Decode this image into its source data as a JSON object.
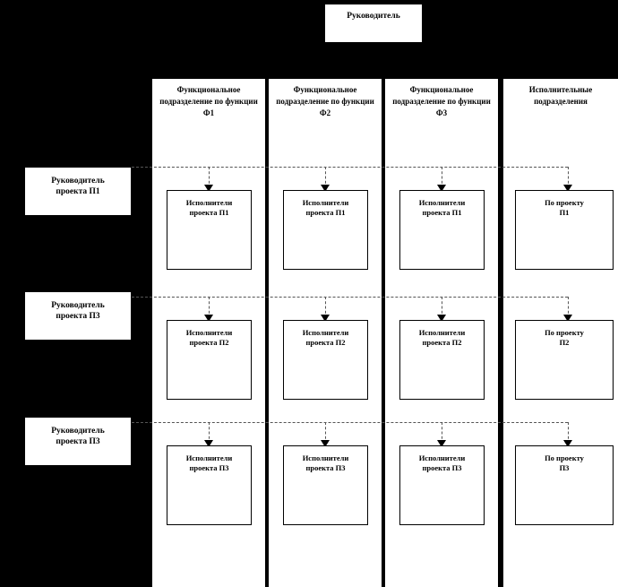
{
  "diagram": {
    "title_box": {
      "label": "Руководитель"
    },
    "column_headers": [
      {
        "id": "func-1",
        "line1": "Функциональное",
        "line2": "подразделение",
        "line3": "по функции Ф1"
      },
      {
        "id": "func-2",
        "line1": "Функциональное",
        "line2": "подразделение",
        "line3": "по функции Ф2"
      },
      {
        "id": "func-3",
        "line1": "Функциональное",
        "line2": "подразделение",
        "line3": "по функции Ф3"
      },
      {
        "id": "exec",
        "line1": "Исполнительные",
        "line2": "подразделения",
        "line3": ""
      }
    ],
    "project_managers": [
      {
        "id": "pm-1",
        "line1": "Руководитель",
        "line2": "проекта П1"
      },
      {
        "id": "pm-2",
        "line1": "Руководитель",
        "line2": "проекта П3"
      },
      {
        "id": "pm-3",
        "line1": "Руководитель",
        "line2": "проекта П3"
      }
    ],
    "rows": [
      {
        "id": "row-1",
        "cells": [
          {
            "line1": "Исполнители",
            "line2": "проекта П1"
          },
          {
            "line1": "Исполнители",
            "line2": "проекта П1"
          },
          {
            "line1": "Исполнители",
            "line2": "проекта П1"
          },
          {
            "line1": "По проекту",
            "line2": "П1"
          }
        ]
      },
      {
        "id": "row-2",
        "cells": [
          {
            "line1": "Исполнители",
            "line2": "проекта П2"
          },
          {
            "line1": "Исполнители",
            "line2": "проекта П2"
          },
          {
            "line1": "Исполнители",
            "line2": "проекта П2"
          },
          {
            "line1": "По проекту",
            "line2": "П2"
          }
        ]
      },
      {
        "id": "row-3",
        "cells": [
          {
            "line1": "Исполнители",
            "line2": "проекта П3"
          },
          {
            "line1": "Исполнители",
            "line2": "проекта П3"
          },
          {
            "line1": "Исполнители",
            "line2": "проекта П3"
          },
          {
            "line1": "По проекту",
            "line2": "П3"
          }
        ]
      }
    ],
    "colors": {
      "background": "#000000",
      "panel": "#ffffff",
      "stroke": "#000000",
      "connector": "#555555"
    }
  }
}
